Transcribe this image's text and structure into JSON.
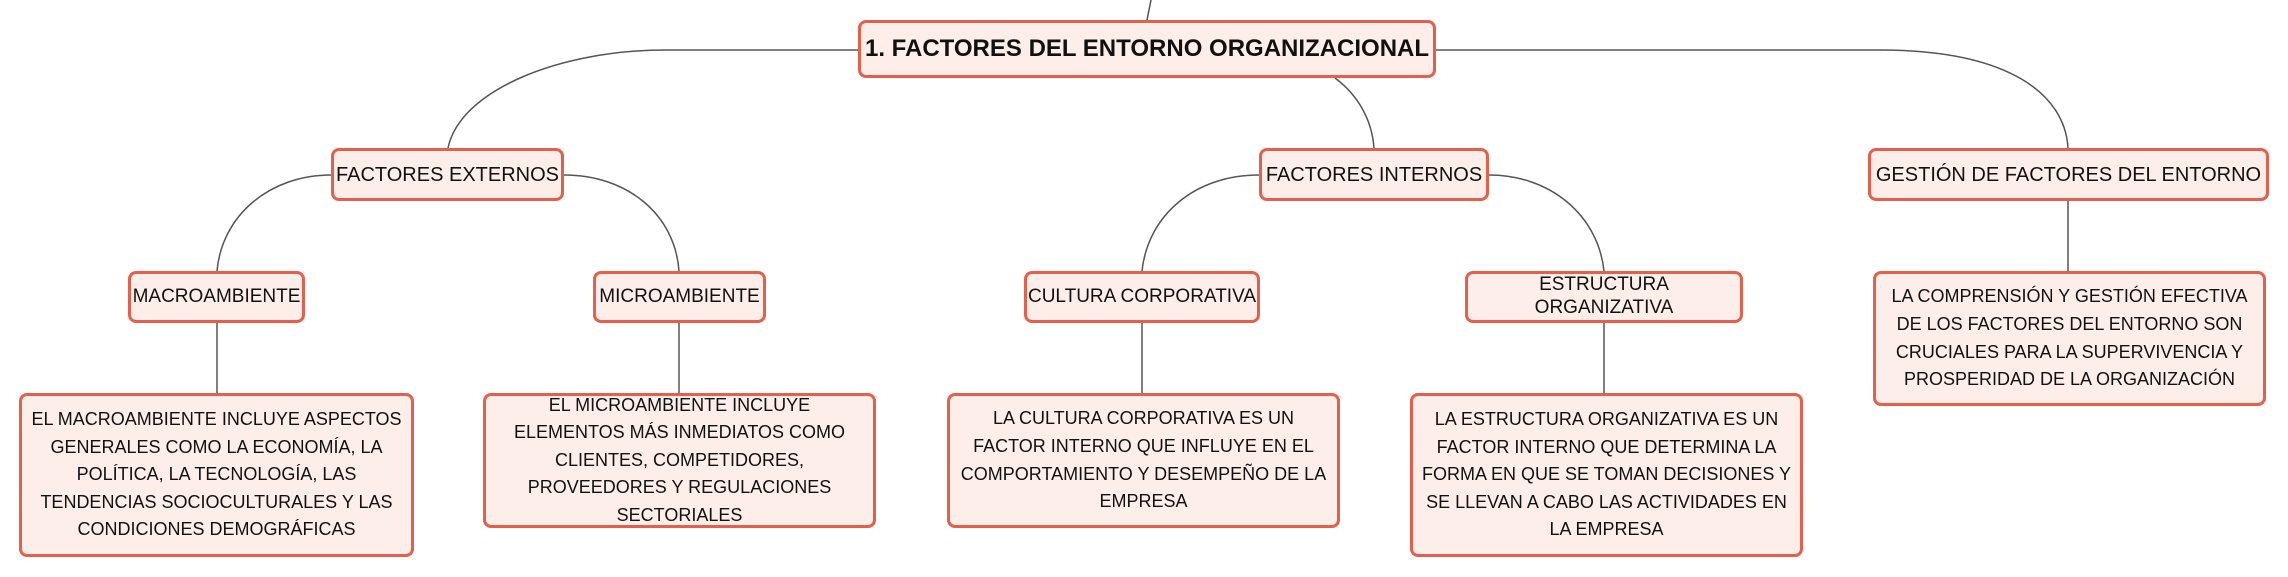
{
  "diagram": {
    "root": {
      "label": "1. FACTORES DEL ENTORNO ORGANIZACIONAL"
    },
    "branches": {
      "externos": {
        "label": "FACTORES EXTERNOS",
        "children": {
          "macroambiente": {
            "label": "MACROAMBIENTE",
            "description": "EL MACROAMBIENTE INCLUYE ASPECTOS GENERALES COMO LA ECONOMÍA, LA POLÍTICA, LA TECNOLOGÍA, LAS TENDENCIAS SOCIOCULTURALES Y LAS CONDICIONES DEMOGRÁFICAS"
          },
          "microambiente": {
            "label": "MICROAMBIENTE",
            "description": "EL MICROAMBIENTE INCLUYE ELEMENTOS MÁS INMEDIATOS COMO CLIENTES, COMPETIDORES, PROVEEDORES Y REGULACIONES SECTORIALES"
          }
        }
      },
      "internos": {
        "label": "FACTORES INTERNOS",
        "children": {
          "cultura": {
            "label": "CULTURA CORPORATIVA",
            "description": "LA CULTURA CORPORATIVA ES UN FACTOR INTERNO QUE INFLUYE EN EL COMPORTAMIENTO Y DESEMPEÑO DE LA EMPRESA"
          },
          "estructura": {
            "label": "ESTRUCTURA ORGANIZATIVA",
            "description": "LA ESTRUCTURA ORGANIZATIVA ES UN FACTOR INTERNO QUE DETERMINA LA FORMA EN QUE SE TOMAN DECISIONES Y SE LLEVAN A CABO LAS ACTIVIDADES EN LA EMPRESA"
          }
        }
      },
      "gestion": {
        "label": "GESTIÓN DE FACTORES DEL ENTORNO",
        "description": "LA COMPRENSIÓN Y GESTIÓN EFECTIVA DE LOS FACTORES DEL ENTORNO SON CRUCIALES PARA LA SUPERVIVENCIA Y PROSPERIDAD DE LA ORGANIZACIÓN"
      }
    },
    "colors": {
      "node_border": "#e5604c",
      "node_fill": "#fdeeea",
      "connector": "#555555",
      "text": "#111111"
    }
  }
}
